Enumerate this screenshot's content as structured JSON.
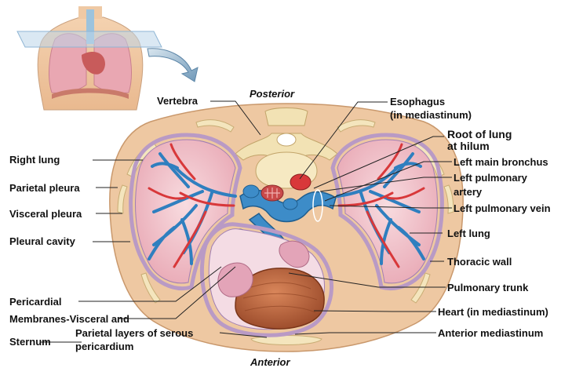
{
  "orientation": {
    "posterior": "Posterior",
    "anterior": "Anterior"
  },
  "labels_left": {
    "vertebra": "Vertebra",
    "right_lung": "Right lung",
    "parietal_pleura": "Parietal pleura",
    "visceral_pleura": "Visceral pleura",
    "pleural_cavity": "Pleural cavity",
    "pericardial_line1": "Pericardial",
    "pericardial_line2": "Membranes-Visceral and",
    "sternum": "Sternum",
    "parietal_layers": "Parietal layers of serous",
    "pericardium": "pericardium"
  },
  "labels_right": {
    "esophagus_line1": "Esophagus",
    "esophagus_line2": "(in mediastinum)",
    "root_line1": "Root of lung",
    "root_line2": "at hilum",
    "left_main_bronchus": "Left main bronchus",
    "left_pulmonary_artery_line1": "Left pulmonary",
    "left_pulmonary_artery_line2": "artery",
    "left_pulmonary_vein": "Left pulmonary vein",
    "left_lung": "Left lung",
    "thoracic_wall": "Thoracic wall",
    "pulmonary_trunk": "Pulmonary trunk",
    "heart": "Heart (in mediastinum)",
    "anterior_mediastinum": "Anterior mediastinum"
  },
  "colors": {
    "body_wall": "#efc9a4",
    "lung": "#f2c4cc",
    "vein": "#2f7fbf",
    "artery": "#d8383a",
    "heart": "#b8653c",
    "bone": "#f3e3b8",
    "pleura": "#b99ac5"
  }
}
